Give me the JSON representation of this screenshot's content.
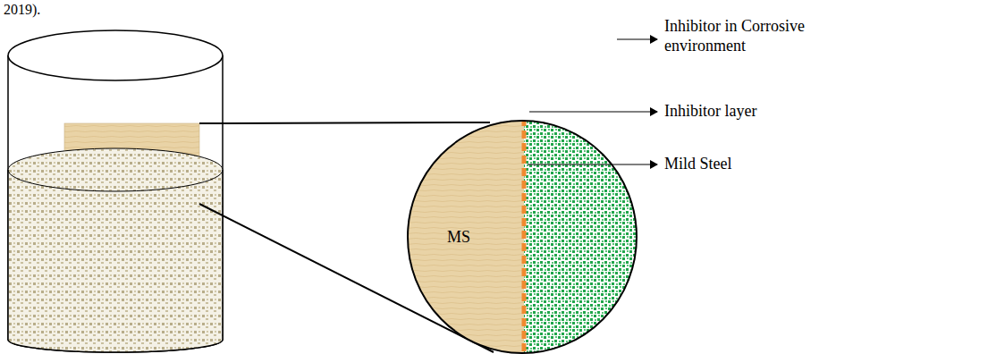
{
  "diagram": {
    "nodes": [
      {
        "text": [
          "MS"
        ]
      }
    ],
    "labels": [
      "2019).",
      "Inhibitor in Corrosive environment",
      "Inhibitor layer",
      "Mild Steel"
    ]
  }
}
